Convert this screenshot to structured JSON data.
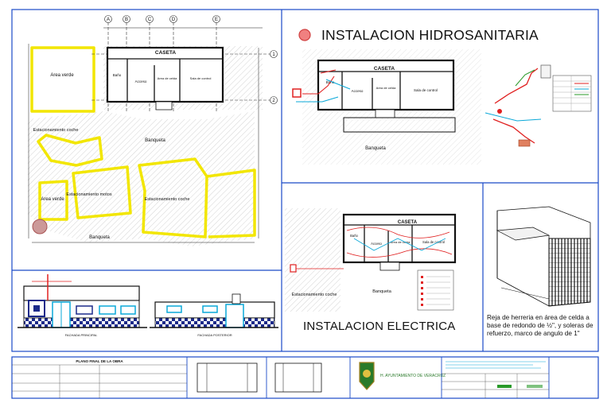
{
  "titles": {
    "hydro": "INSTALACION HIDROSANITARIA",
    "elec": "INSTALACION ELECTRICA"
  },
  "rooms": {
    "caseta": "CASETA",
    "bano": "Baño",
    "acceso": "Acceso",
    "area_celda": "Area de celda",
    "sala_control": "Sala de control",
    "area_verde": "Area verde",
    "est_coche": "Estacionamiento coche",
    "est_motos": "Estacionamiento motos",
    "banqueta": "Banqueta"
  },
  "axes": [
    "A",
    "B",
    "C",
    "D",
    "E",
    "1",
    "2"
  ],
  "note": "Reja de herreria en área de celda a base de redondo de ½\", y soleras de refuerzo, marco de angulo de 1\"",
  "facade_labels": [
    "FACHADA PRINCIPAL",
    "FACHADA POSTERIOR"
  ],
  "titleblock": {
    "header": "PLANO FINAL DE LA OBRA",
    "logo_text": "H. AYUNTAMIENTO DE VERACRUZ"
  },
  "colors": {
    "frame": "#1a4ac8",
    "yellow": "#f2e600",
    "red": "#e02020",
    "cyan": "#0aa8d8",
    "magenta": "#d040d0",
    "green": "#2a9a2a"
  }
}
